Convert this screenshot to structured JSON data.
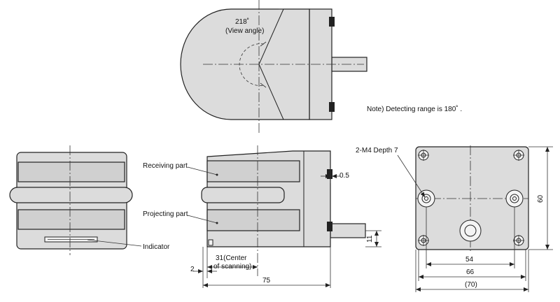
{
  "labels": {
    "view_angle_value": "218˚",
    "view_angle_text": "(View angle)",
    "note": "Note) Detecting range is 180˚ .",
    "receiving_part": "Receiving part",
    "projecting_part": "Projecting part",
    "indicator": "Indicator",
    "thread_spec": "2-M4  Depth 7"
  },
  "dimensions": {
    "gap": "0.5",
    "cable_height": "11",
    "offset": "2",
    "scan_center_line1": "31(Center",
    "scan_center_line2": "of scanning)",
    "length": "75",
    "height": "60",
    "hole_pitch": "54",
    "width": "66",
    "overall_width": "(70)"
  }
}
